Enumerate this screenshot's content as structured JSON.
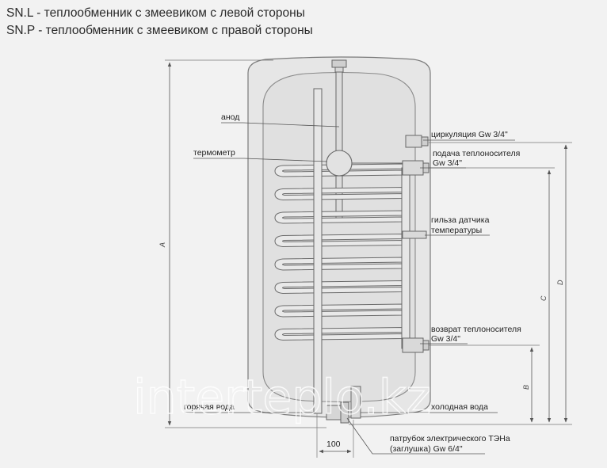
{
  "header": {
    "line1": "SN.L - теплообменник с змеевиком с левой стороны",
    "line2": "SN.P - теплообменник с змеевиком с правой стороны"
  },
  "labels": {
    "anode": "анод",
    "thermometer": "термометр",
    "hot_water": "горячая вода",
    "circulation": "циркуляция Gw 3/4\"",
    "supply_line1": "подача теплоносителя",
    "supply_line2": "Gw 3/4\"",
    "sensor_line1": "гильза датчика",
    "sensor_line2": "температуры",
    "return_line1": "возврат теплоносителя",
    "return_line2": "Gw 3/4\"",
    "cold_water": "холодная вода",
    "heater_line1": "патрубок электрического ТЭНа",
    "heater_line2": "(заглушка) Gw 6/4\""
  },
  "dimensions": {
    "a": "A",
    "b": "B",
    "c": "C",
    "d": "D",
    "width": "100"
  },
  "watermark": "interteplo.kz",
  "colors": {
    "background": "#f2f2f2",
    "tank_fill": "#e4e4e4",
    "tank_stroke": "#7a7a7a",
    "coil": "#e9e9e9",
    "line": "#555555"
  }
}
